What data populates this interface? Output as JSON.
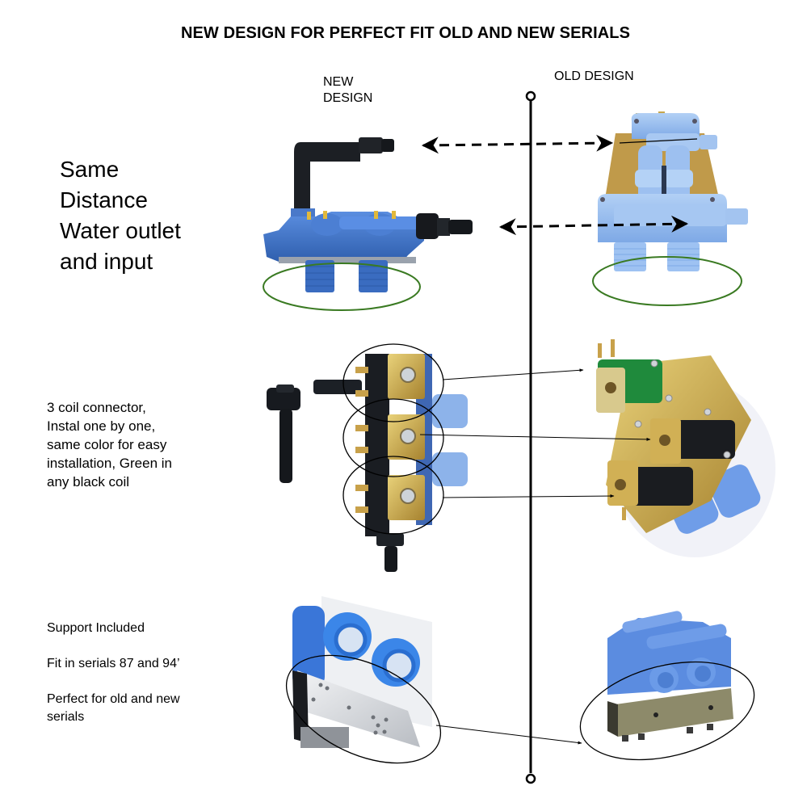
{
  "title": "NEW DESIGN FOR PERFECT FIT OLD AND NEW SERIALS",
  "columns": {
    "new_design_line1": "NEW",
    "new_design_line2": "DESIGN",
    "old_design": "OLD DESIGN"
  },
  "sections": [
    {
      "id": "distance",
      "text_lines": [
        "Same",
        "Distance",
        "Water outlet",
        "and input"
      ],
      "new_image": "new-valve-front-outlets",
      "old_image": "old-valve-front-outlets",
      "annotation": "green-ellipse-inlets"
    },
    {
      "id": "coils",
      "text_lines": [
        "3 coil connector,",
        "Instal one by one,",
        "same color for easy",
        "installation, Green in",
        "any black coil"
      ],
      "new_image": "new-valve-three-coils",
      "old_image": "old-valve-green-and-black-coils",
      "annotation": "coil-circles-with-arrows"
    },
    {
      "id": "support",
      "items": [
        "Support Included",
        "Fit in serials 87 and 94’",
        "Perfect for old and new",
        "serials"
      ],
      "new_image": "new-valve-support-bracket",
      "old_image": "old-valve-support-bracket",
      "annotation": "bracket-ellipses-with-arrow"
    }
  ],
  "colors": {
    "text": "#000000",
    "valve_blue_new": "#3f72c8",
    "valve_blue_old": "#8fb8ec",
    "valve_blue_bright": "#5a8fe6",
    "green_ellipse": "#3a7a22",
    "coil_green": "#1f8a3c",
    "brass": "#c9a447",
    "black_hose": "#1c1f24",
    "metal": "#d7d9dc"
  }
}
